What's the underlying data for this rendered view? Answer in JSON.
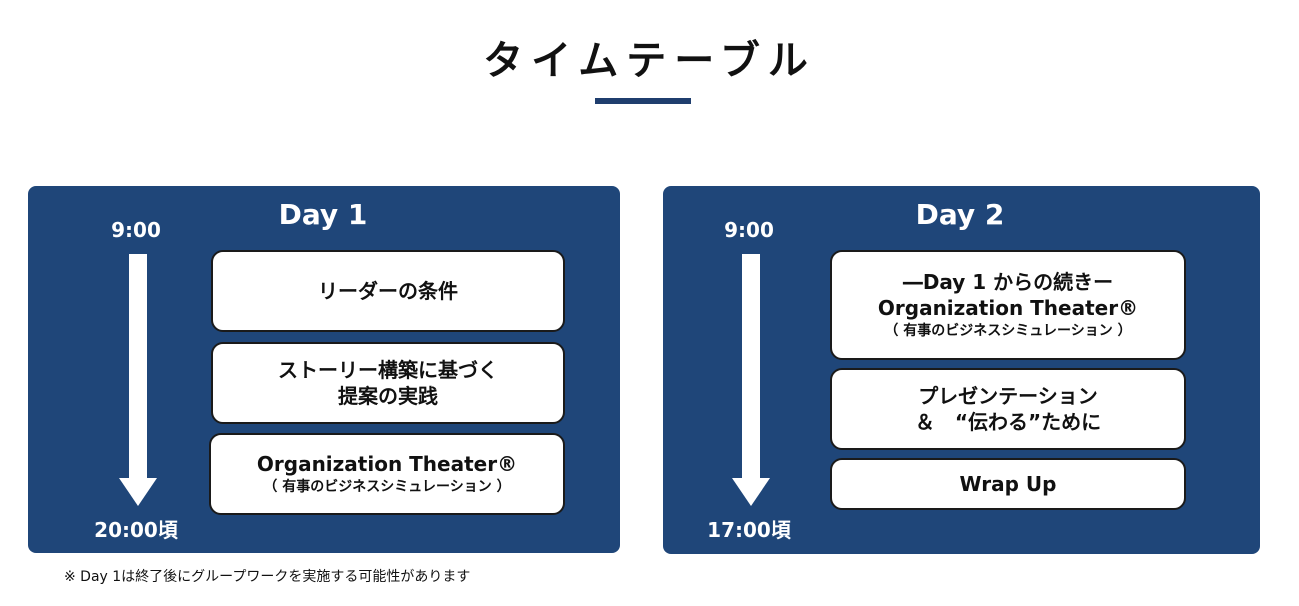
{
  "title": "タイムテーブル",
  "colors": {
    "panel": "#1f4679",
    "rule": "#1f3e6e",
    "box_border": "#1a1a1a"
  },
  "day1": {
    "label": "Day 1",
    "start": "9:00",
    "end": "20:00頃",
    "items": [
      {
        "line1": "リーダーの条件"
      },
      {
        "line1": "ストーリー構築に基づく",
        "line2": "提案の実践"
      },
      {
        "line1": "Organization Theater®",
        "sub": "（ 有事のビジネスシミュレーション ）"
      }
    ]
  },
  "day2": {
    "label": "Day 2",
    "start": "9:00",
    "end": "17:00頃",
    "items": [
      {
        "line1": "―Day 1 からの続きー",
        "line2": "Organization Theater®",
        "sub": "（ 有事のビジネスシミュレーション ）"
      },
      {
        "line1": "プレゼンテーション",
        "line2": "＆　“伝わる”ために"
      },
      {
        "line1": "Wrap Up"
      }
    ]
  },
  "note": "※ Day 1は終了後にグループワークを実施する可能性があります"
}
